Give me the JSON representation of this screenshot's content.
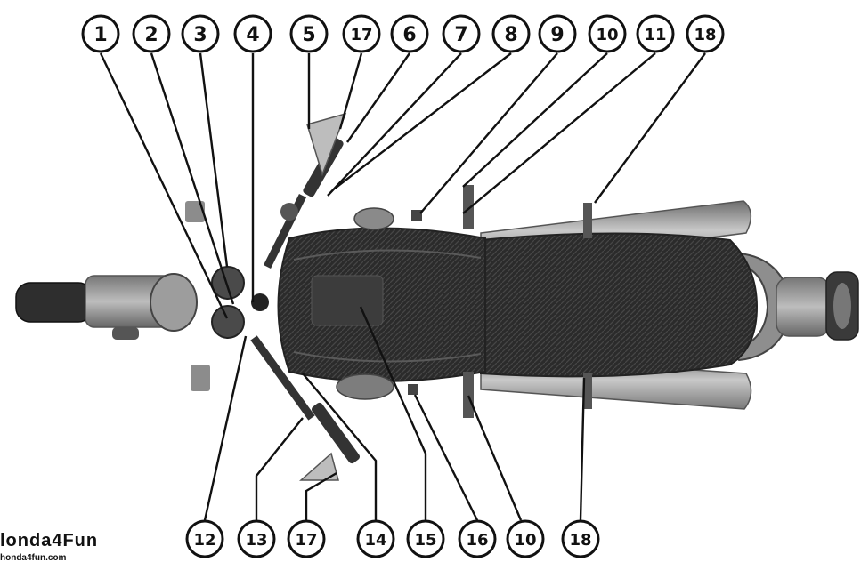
{
  "callouts_top": [
    "1",
    "2",
    "3",
    "4",
    "5",
    "17",
    "6",
    "7",
    "8",
    "9",
    "10",
    "11",
    "18"
  ],
  "callouts_bottom": [
    "12",
    "13",
    "17",
    "14",
    "15",
    "16",
    "10",
    "18"
  ],
  "watermark": {
    "title": "londa4Fun",
    "url": "honda4fun.com"
  }
}
